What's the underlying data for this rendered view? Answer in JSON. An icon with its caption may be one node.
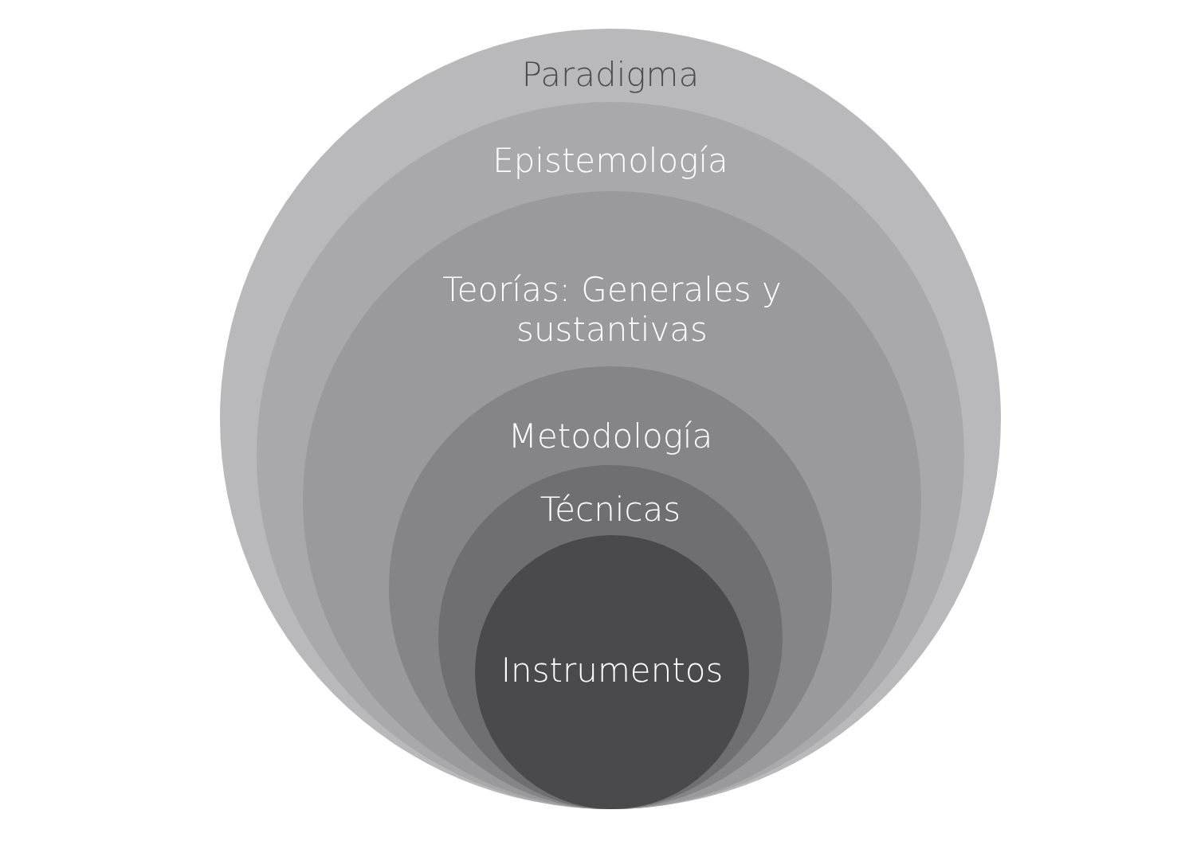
{
  "diagram": {
    "nodes": [
      {
        "text": [
          "Paradigma"
        ]
      },
      {
        "text": [
          "Epistemología"
        ],
        "in": 0
      },
      {
        "text": [
          "Teorías: Generales y sustantivas"
        ],
        "in": 1
      },
      {
        "text": [
          "Metodología"
        ],
        "in": 2
      },
      {
        "text": [
          "Técnicas"
        ],
        "in": 3
      },
      {
        "text": [
          "Instrumentos"
        ],
        "in": 4
      }
    ]
  }
}
